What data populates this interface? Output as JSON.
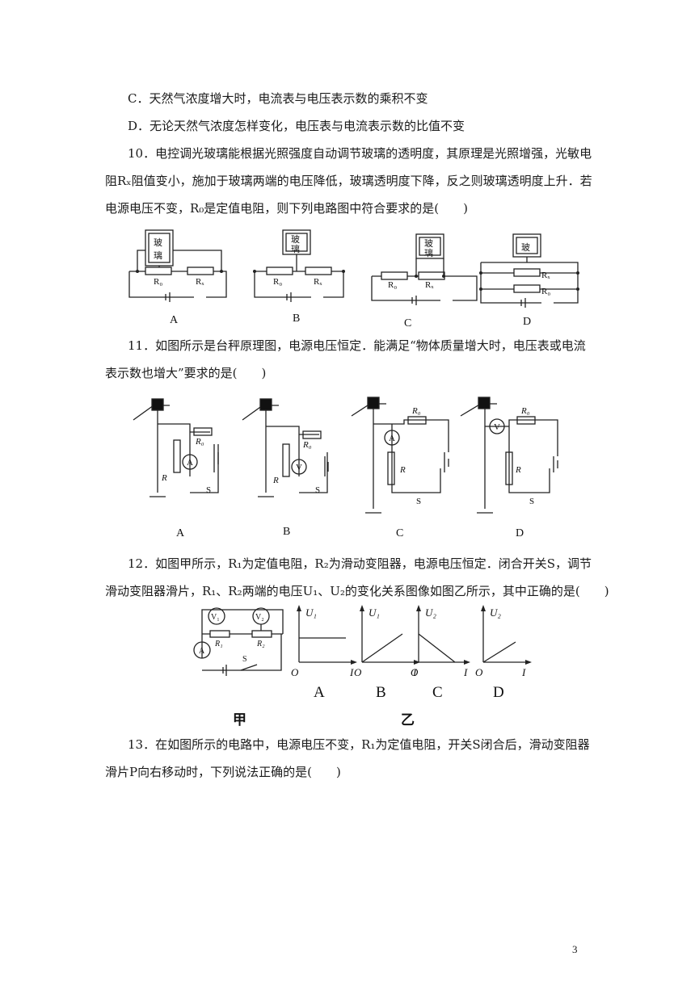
{
  "lines": {
    "q9c": "C．天然气浓度增大时，电流表与电压表示数的乘积不变",
    "q9d": "D．无论天然气浓度怎样变化，电压表与电流表示数的比值不变",
    "q10_1": "10．电控调光玻璃能根据光照强度自动调节玻璃的透明度，其原理是光照增强，光敏电",
    "q10_2": "阻Rₓ阻值变小，施加于玻璃两端的电压降低，玻璃透明度下降，反之则玻璃透明度上升．若",
    "q10_3": "电源电压不变，R₀是定值电阻，则下列电路图中符合要求的是(　　)",
    "q11_1": "11．如图所示是台秤原理图，电源电压恒定．能满足“物体质量增大时，电压表或电流",
    "q11_2": "表示数也增大”要求的是(　　)",
    "q12_1": "12．如图甲所示，R₁为定值电阻，R₂为滑动变阻器，电源电压恒定．闭合开关S，调节",
    "q12_2": "滑动变阻器滑片，R₁、R₂两端的电压U₁、U₂的变化关系图像如图乙所示，其中正确的是(　　)",
    "q13_1": "13．在如图所示的电路中，电源电压不变，R₁为定值电阻，开关S闭合后，滑动变阻器",
    "q13_2": "滑片P向右移动时，下列说法正确的是(　　)"
  },
  "q10_fig": {
    "glass_top": "玻",
    "glass_bottom": "璃",
    "r0": "R₀",
    "rx": "Rₓ",
    "options": [
      "A",
      "B",
      "C",
      "D"
    ]
  },
  "q11_fig": {
    "options": [
      "A",
      "B",
      "C",
      "D"
    ],
    "ammeter": "A",
    "voltmeter": "V",
    "r0": "R₀",
    "r": "R",
    "s": "S"
  },
  "q12_fig": {
    "v1": "V₁",
    "v2": "V₂",
    "ammeter": "A",
    "r1": "R₁",
    "r2": "R₂",
    "s": "S",
    "u1": "U₁",
    "u2": "U₂",
    "o": "O",
    "i": "I",
    "options": [
      "A",
      "B",
      "C",
      "D"
    ],
    "jia": "甲",
    "yi": "乙"
  },
  "page_number": "3"
}
